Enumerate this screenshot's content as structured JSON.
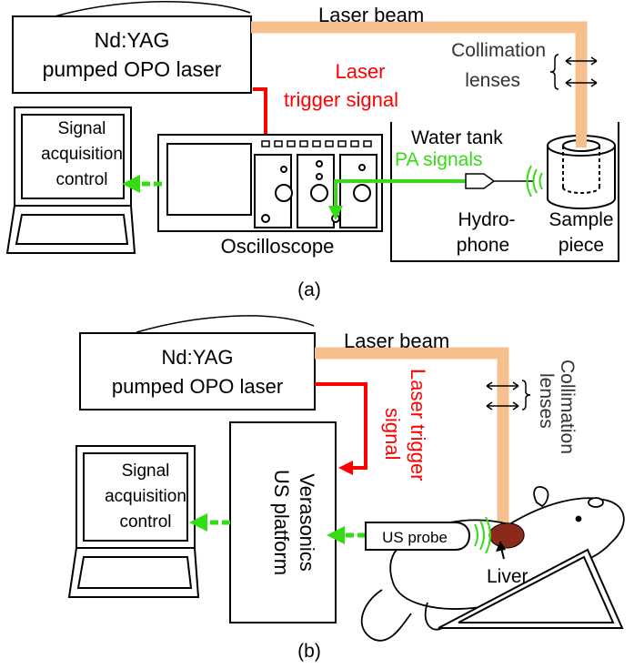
{
  "panel_a": {
    "laser_box_line1": "Nd:YAG",
    "laser_box_line2": "pumped OPO laser",
    "laser_beam_label": "Laser beam",
    "trigger_line1": "Laser",
    "trigger_line2": "trigger signal",
    "collimation_line1": "Collimation",
    "collimation_line2": "lenses",
    "water_tank_label": "Water tank",
    "pa_signals_label": "PA signals",
    "computer_line1": "Signal",
    "computer_line2": "acquisition",
    "computer_line3": "control",
    "oscilloscope_label": "Oscilloscope",
    "hydrophone_line1": "Hydro-",
    "hydrophone_line2": "phone",
    "sample_line1": "Sample",
    "sample_line2": "piece",
    "caption": "(a)"
  },
  "panel_b": {
    "laser_box_line1": "Nd:YAG",
    "laser_box_line2": "pumped OPO laser",
    "laser_beam_label": "Laser beam",
    "collimation_line1": "Collimation",
    "collimation_line2": "lenses",
    "trigger_line1": "Laser trigger",
    "trigger_line2": "signal",
    "computer_line1": "Signal",
    "computer_line2": "acquisition",
    "computer_line3": "control",
    "platform_line1": "Verasonics",
    "platform_line2": "US platform",
    "probe_label": "US probe",
    "liver_label": "Liver",
    "caption": "(b)"
  },
  "colors": {
    "beam": "#f5c08e",
    "trigger": "#ff0000",
    "signal": "#33dd11",
    "liver": "#8b2a1a",
    "outline": "#000000"
  }
}
